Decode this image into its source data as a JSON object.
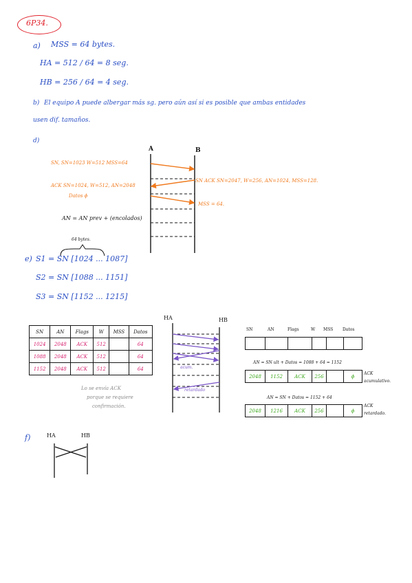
{
  "header": {
    "exercise_id": "6P34."
  },
  "part_a": {
    "label": "a)",
    "line1": "MSS = 64 bytes.",
    "line2": "HA = 512 / 64 = 8 seg.",
    "line3": "HB = 256 / 64 = 4 seg."
  },
  "part_b": {
    "label": "b)",
    "line1": "El equipo A puede albergar más sg. pero aún así si es posible que ambas entidades",
    "line2": "usen dif. tamaños."
  },
  "part_d": {
    "label": "d)",
    "host_a": "A",
    "host_b": "B",
    "msg1": "SN, SN=1023   W=512   MSS=64",
    "msg2": "SN ACK SN=2047, W=256, AN=1024, MSS=128.",
    "msg3": "ACK SN=1024, W=512, AN=2048",
    "msg3b": "Datos ϕ",
    "msg4": "MSS = 64.",
    "note": "AN = AN prev + (encolados)"
  },
  "part_e": {
    "label": "e)",
    "brace_label": "64 bytes.",
    "s1": "S1 = SN [1024 ... 1087]",
    "s2": "S2 = SN [1088 ... 1151]",
    "s3": "S3 = SN [1152 ... 1215]"
  },
  "table_left": {
    "headers": [
      "SN",
      "AN",
      "Flags",
      "W",
      "MSS",
      "Datos"
    ],
    "rows": [
      [
        "1024",
        "2048",
        "ACK",
        "512",
        "",
        "64"
      ],
      [
        "1088",
        "2048",
        "ACK",
        "512",
        "",
        "64"
      ],
      [
        "1152",
        "2048",
        "ACK",
        "512",
        "",
        "64"
      ]
    ],
    "note1": "Lo se envía ACK",
    "note2": "porque se requiere",
    "note3": "confirmación."
  },
  "middle_diagram": {
    "host_a": "HA",
    "host_b": "HB",
    "label_acum": "acum.",
    "label_retardado": "retardado"
  },
  "table_right": {
    "headers": [
      "SN",
      "AN",
      "Flags",
      "W",
      "MSS",
      "Datos"
    ],
    "formula1": "AN = SN ult + Datos = 1088 + 64 = 1152",
    "row1": [
      "2048",
      "1152",
      "ACK",
      "256",
      "",
      "ϕ"
    ],
    "row1_label1": "ACK",
    "row1_label2": "acumulativo.",
    "formula2": "AN = SN + Datos = 1152 + 64",
    "row2": [
      "2048",
      "1216",
      "ACK",
      "256",
      "",
      "ϕ"
    ],
    "row2_label1": "ACK",
    "row2_label2": "retardado."
  },
  "part_f": {
    "label": "f)",
    "host_a": "HA",
    "host_b": "HB"
  },
  "colors": {
    "blue_ink": "#2a4fc4",
    "red_ink": "#e0202a",
    "orange_ink": "#f07a1e",
    "purple_ink": "#7a55c8",
    "pink_ink": "#d41a6a",
    "green_ink": "#3aa61a"
  }
}
